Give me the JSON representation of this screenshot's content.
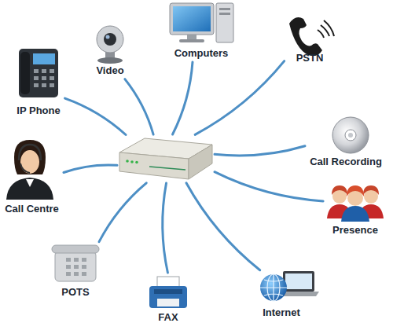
{
  "diagram": {
    "nodes": [
      {
        "text": []
      },
      {
        "text": [
          "Computers"
        ]
      },
      {
        "text": [
          "Video"
        ]
      },
      {
        "text": [
          "PSTN"
        ]
      },
      {
        "text": [
          "IP Phone"
        ]
      },
      {
        "text": [
          "Call Recording"
        ]
      },
      {
        "text": [
          "Call Centre"
        ]
      },
      {
        "text": [
          "Presence"
        ]
      },
      {
        "text": [
          "POTS"
        ]
      },
      {
        "text": [
          "Internet"
        ]
      },
      {
        "text": [
          "FAX"
        ]
      }
    ],
    "edges": [
      {
        "from": 0,
        "to": 1,
        "arrow": "none"
      },
      {
        "from": 0,
        "to": 2,
        "arrow": "none"
      },
      {
        "from": 0,
        "to": 3,
        "arrow": "none"
      },
      {
        "from": 0,
        "to": 4,
        "arrow": "none"
      },
      {
        "from": 0,
        "to": 5,
        "arrow": "none"
      },
      {
        "from": 0,
        "to": 6,
        "arrow": "none"
      },
      {
        "from": 0,
        "to": 7,
        "arrow": "none"
      },
      {
        "from": 0,
        "to": 8,
        "arrow": "none"
      },
      {
        "from": 0,
        "to": 9,
        "arrow": "none"
      },
      {
        "from": 0,
        "to": 10,
        "arrow": "none"
      }
    ]
  }
}
